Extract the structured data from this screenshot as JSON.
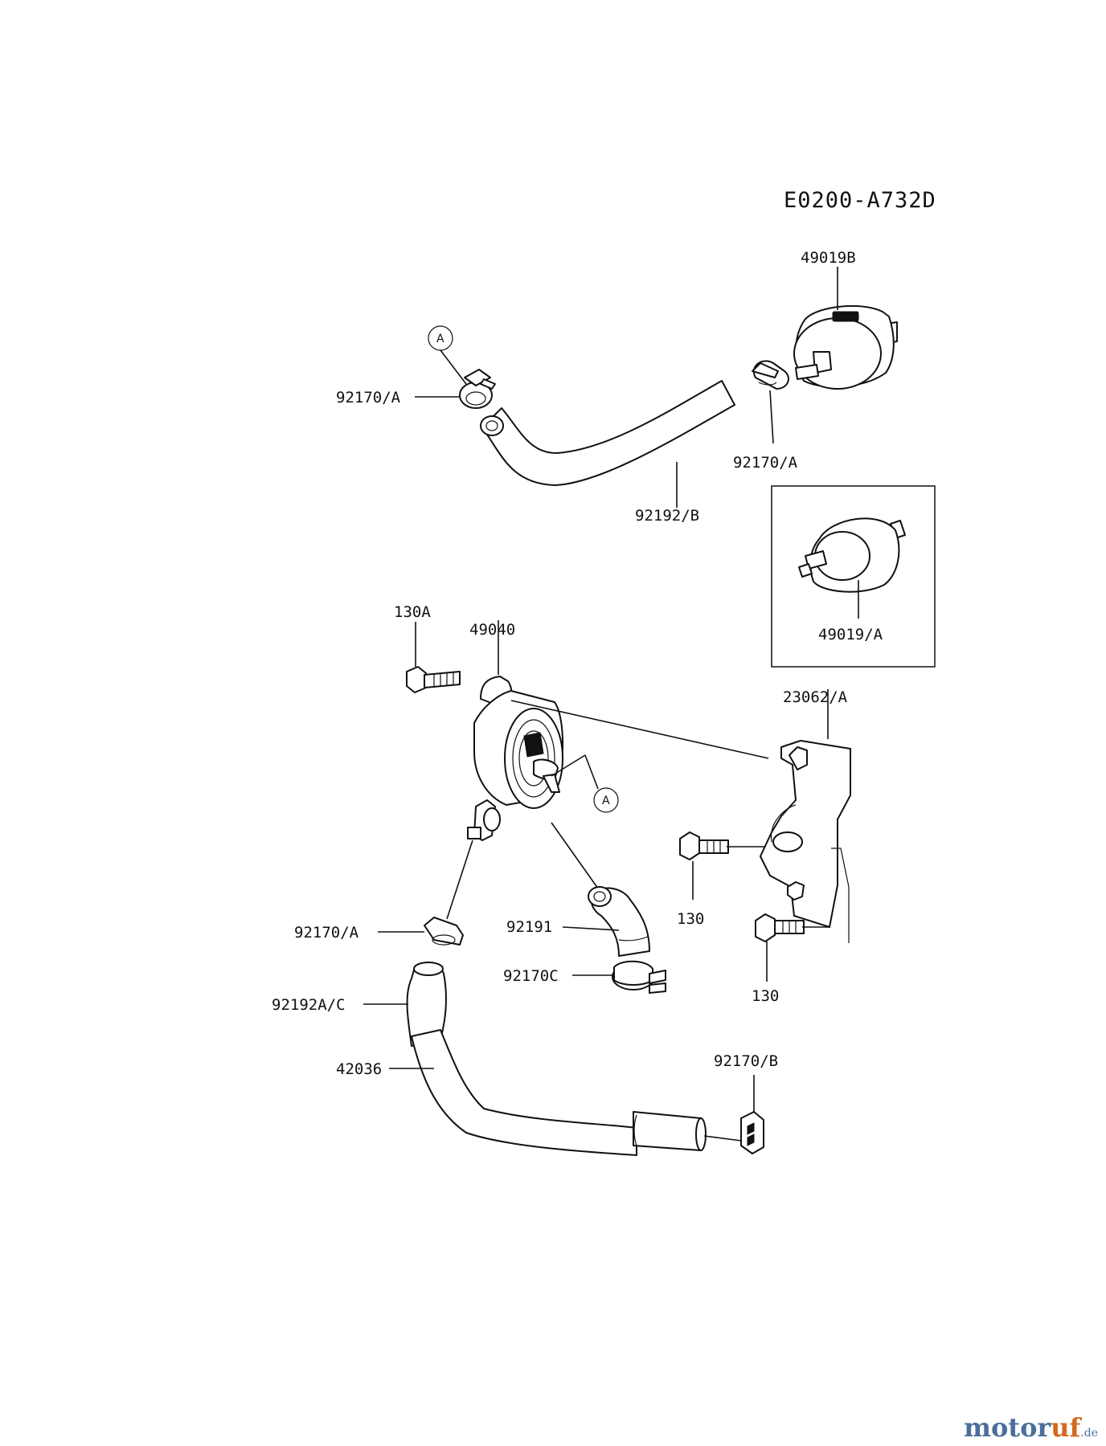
{
  "diagram": {
    "code": "E0200-A732D",
    "parts": {
      "filter_main": "49019B",
      "filter_alt": "49019/A",
      "clamp_top_left": "92170/A",
      "clamp_top_right": "92170/A",
      "hose_top": "92192/B",
      "bolt_pump": "130A",
      "fuel_pump": "49040",
      "bracket": "23062/A",
      "bolt_bracket_1": "130",
      "bolt_bracket_2": "130",
      "clamp_pump_outlet": "92170/A",
      "hose_elbow": "92191",
      "clamp_elbow": "92170C",
      "hose_lower": "92192A/C",
      "hose_long": "42036",
      "clamp_hose_end": "92170/B"
    },
    "connection_marker": "A"
  },
  "watermark": {
    "part1": "motor",
    "part2": "uf",
    "tld": ".de",
    "colors": {
      "primary": "#4a6f9c",
      "accent": "#d36a1d"
    }
  }
}
